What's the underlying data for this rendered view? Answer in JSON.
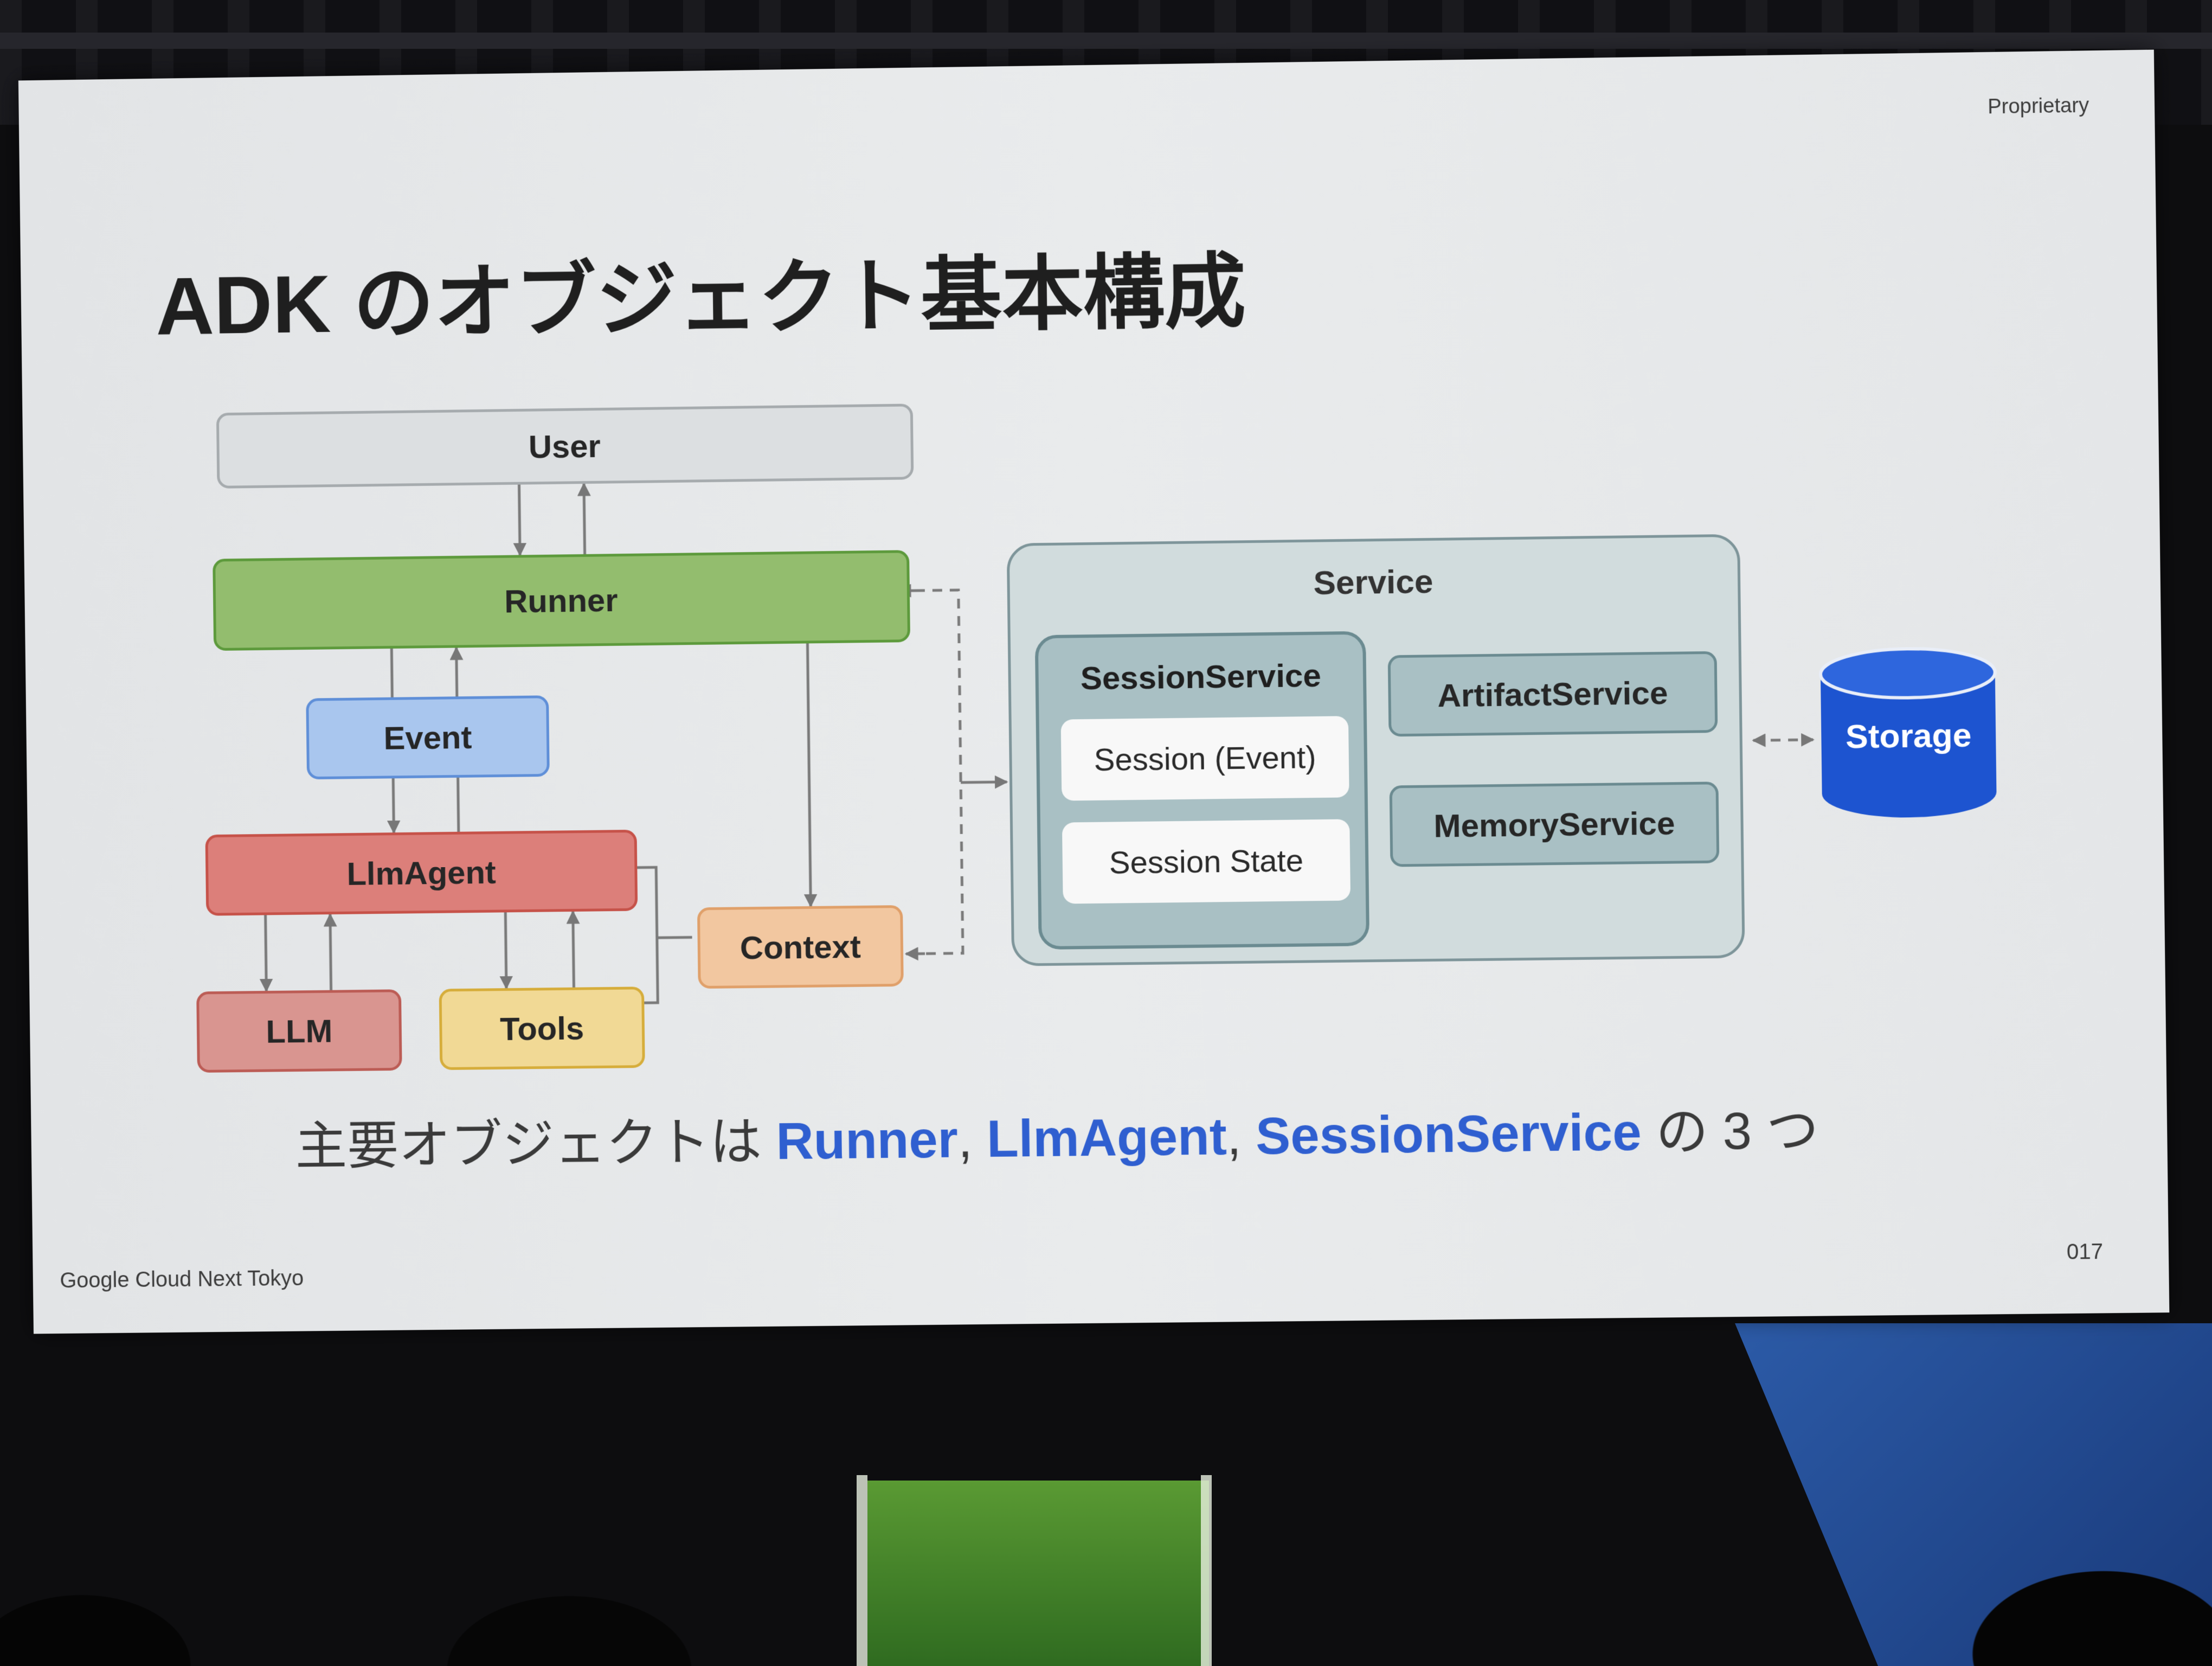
{
  "slide": {
    "title": "ADK のオブジェクト基本構成",
    "proprietary": "Proprietary",
    "footer_left": "Google Cloud Next Tokyo",
    "page_number": "017",
    "caption": {
      "prefix": "主要オブジェクトは ",
      "runner": "Runner",
      "sep1": ", ",
      "llmagent": "LlmAgent",
      "sep2": ", ",
      "sessionservice": "SessionService",
      "suffix": " の 3 つ"
    }
  },
  "nodes": {
    "user": "User",
    "runner": "Runner",
    "event": "Event",
    "llmagent": "LlmAgent",
    "llm": "LLM",
    "tools": "Tools",
    "context": "Context",
    "service": "Service",
    "session_service": "SessionService",
    "session_event": "Session (Event)",
    "session_state": "Session State",
    "artifact_service": "ArtifactService",
    "memory_service": "MemoryService",
    "storage": "Storage"
  },
  "colors": {
    "runner": "#93bd6e",
    "event": "#a9c6ee",
    "llmagent": "#dc7f7a",
    "llm": "#d99590",
    "tools": "#f1d995",
    "context": "#f2c7a0",
    "user": "#dcdfe1",
    "storage": "#1d54d0",
    "highlight": "#2f5fd0"
  }
}
